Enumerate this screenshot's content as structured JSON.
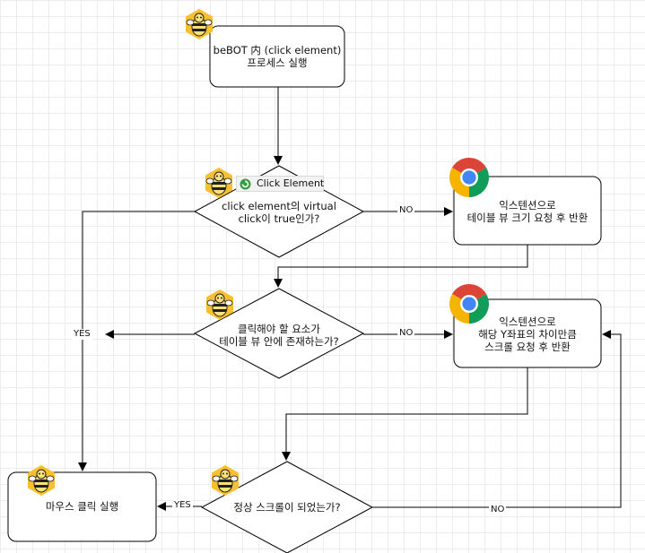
{
  "nodes": {
    "start": "beBOT 内 (click element)\n프로세스 실행",
    "decision_virtual": "click element의 virtual\nclick이 true인가?",
    "ext_size": "익스텐션으로\n테이블 뷰 크기 요청 후 반환",
    "decision_inside": "클릭해야 할 요소가\n테이블 뷰 안에 존재하는가?",
    "ext_scroll": "익스텐션으로\n해당 Y좌표의 차이만큼\n스크롤 요청 후 반환",
    "mouse_click": "마우스 클릭 실행",
    "decision_scrolled": "정상 스크롤이 되었는가?"
  },
  "edges": {
    "no_1": "NO",
    "no_2": "NO",
    "no_3": "NO",
    "yes_1": "YES",
    "yes_2": "YES"
  },
  "tag": {
    "label": "Click Element"
  },
  "icons": {
    "bee": "bee-icon",
    "chrome": "chrome-icon",
    "refresh": "refresh-icon"
  },
  "colors": {
    "stroke": "#000000",
    "bee_yellow": "#f6c02e",
    "chrome_red": "#db4437",
    "chrome_yellow": "#f4b400",
    "chrome_green": "#0f9d58",
    "chrome_blue": "#4285f4",
    "refresh_green": "#2e9e3e"
  }
}
